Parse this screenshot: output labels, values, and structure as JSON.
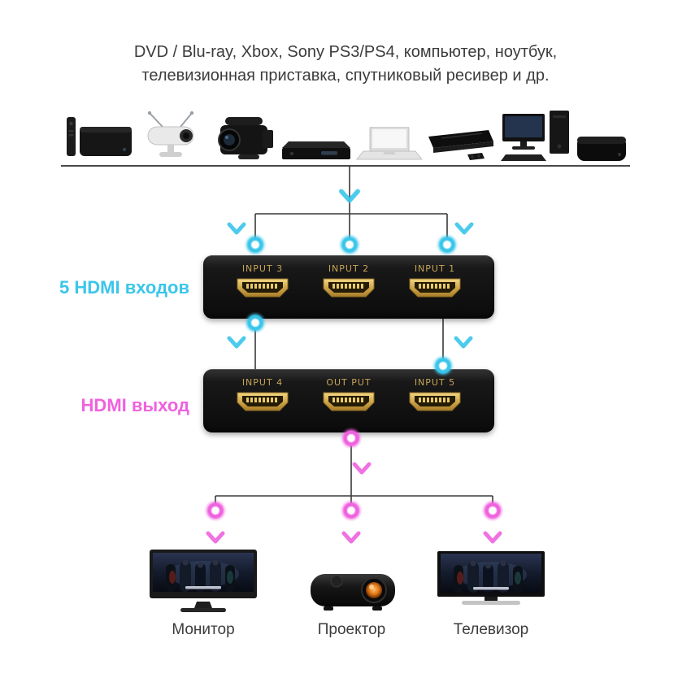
{
  "header": {
    "line1": "DVD / Blu-ray, Xbox, Sony PS3/PS4, компьютер, ноутбук,",
    "line2": "телевизионная приставка, спутниковый ресивер и др."
  },
  "source_devices": {
    "icons": [
      "media-player-with-remote",
      "security-camera",
      "camcorder",
      "blu-ray-player",
      "laptop",
      "game-console-ps4",
      "desktop-computer",
      "set-top-box"
    ]
  },
  "hdmi_switch": {
    "input_side_ports": [
      "INPUT 3",
      "INPUT 2",
      "INPUT 1"
    ],
    "output_side_ports": [
      "INPUT 4",
      "OUT PUT",
      "INPUT 5"
    ]
  },
  "annotations": {
    "inputs_label": "5 HDMI входов",
    "output_label": "HDMI выход"
  },
  "output_devices": [
    {
      "icon": "monitor",
      "label": "Монитор"
    },
    {
      "icon": "projector",
      "label": "Проектор"
    },
    {
      "icon": "television",
      "label": "Телевизор"
    }
  ],
  "colors": {
    "cyan_accent": "#3ac6ea",
    "magenta_accent": "#ef62df",
    "gold_port": "#c9a557",
    "line": "#3a3a3a",
    "text": "#3c3c3c",
    "device_body": "#121212"
  }
}
